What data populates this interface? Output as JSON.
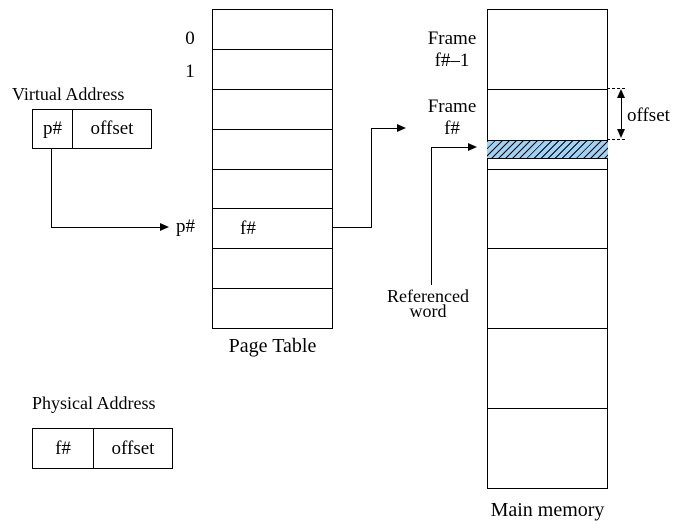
{
  "colors": {
    "highlight_fill": "#a0d2f5",
    "line": "#000000",
    "background": "#ffffff"
  },
  "virtual_address": {
    "title": "Virtual Address",
    "page_field": "p#",
    "offset_field": "offset"
  },
  "physical_address": {
    "title": "Physical Address",
    "frame_field": "f#",
    "offset_field": "offset"
  },
  "page_table": {
    "caption": "Page Table",
    "row_count": 8,
    "index_label_row0": "0",
    "index_label_row1": "1",
    "lookup_index_label": "p#",
    "entry_value": "f#"
  },
  "main_memory": {
    "caption": "Main memory",
    "frame_count": 6,
    "frame_above_label_line1": "Frame",
    "frame_above_label_line2": "f#–1",
    "frame_target_label_line1": "Frame",
    "frame_target_label_line2": "f#",
    "offset_label": "offset",
    "referenced_word_line1": "Referenced",
    "referenced_word_line2": "word"
  }
}
